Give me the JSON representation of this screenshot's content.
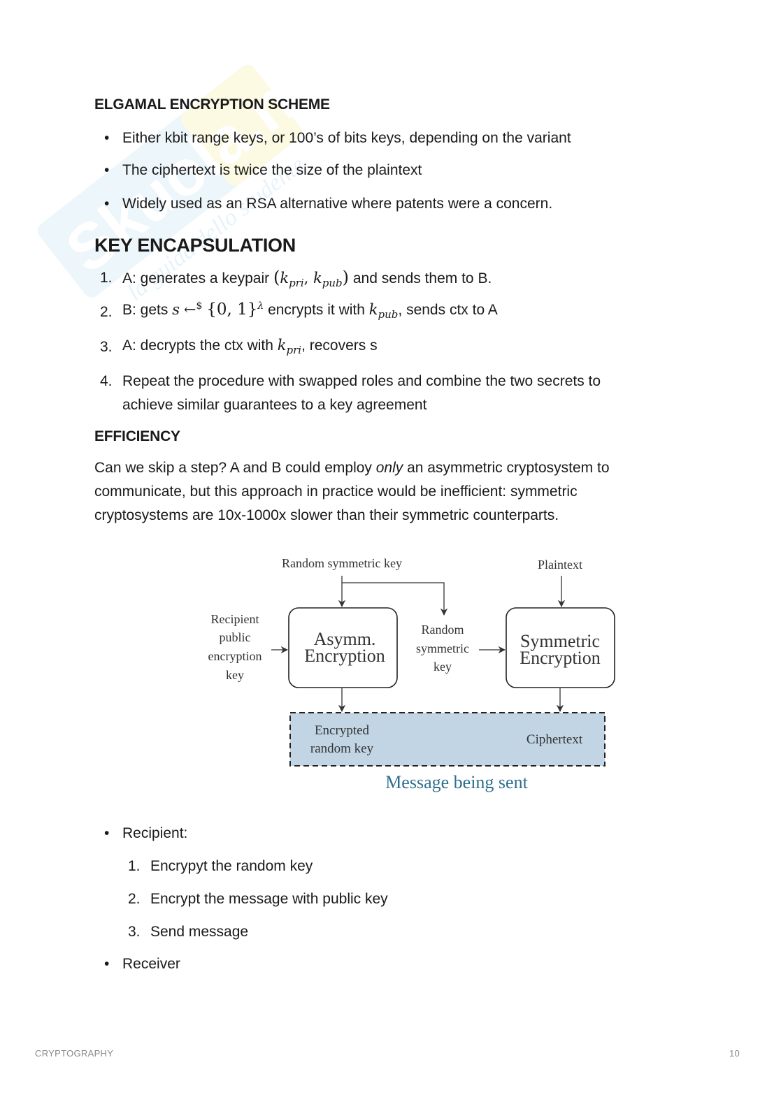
{
  "elgamal": {
    "heading": "ELGAMAL ENCRYPTION SCHEME",
    "bullets": [
      "Either kbit range keys, or 100’s of bits keys, depending on the variant",
      "The ciphertext is twice the size of the plaintext",
      "Widely used as an RSA alternative where patents were a concern."
    ]
  },
  "kem": {
    "heading": "KEY ENCAPSULATION",
    "steps": {
      "s1_num": "1.",
      "s1_a": "A: generates a keypair ",
      "s1_b": " and sends them to B.",
      "s2_num": "2.",
      "s2_a": "B: gets ",
      "s2_b": " encrypts it with ",
      "s2_c": ", sends ctx to A",
      "s3_num": "3.",
      "s3_a": "A: decrypts the ctx with ",
      "s3_b": ", recovers s",
      "s4_num": "4.",
      "s4_a": "Repeat the procedure with swapped roles and combine the two secrets to",
      "s4_b": "achieve similar guarantees to a key agreement"
    },
    "math": {
      "k": "k",
      "pri": "pri",
      "pub": "pub",
      "s": "s",
      "arrow": "←",
      "dollar": "$",
      "set": "{0, 1}",
      "lambda": "λ",
      "comma": ", ",
      "lp": "(",
      "rp": ")"
    }
  },
  "efficiency": {
    "heading": "EFFICIENCY",
    "p1_a": "Can we skip a step? A and B could employ ",
    "p1_em": "only",
    "p1_b": " an asymmetric cryptosystem to",
    "p2": "communicate, but this approach in practice would be inefficient: symmetric",
    "p3": "cryptosystems are 10x-1000x slower than their symmetric counterparts."
  },
  "diagram": {
    "random_symmetric_key": "Random symmetric key",
    "plaintext": "Plaintext",
    "recipient_key": [
      "Recipient",
      "public",
      "encryption",
      "key"
    ],
    "asymm": [
      "Asymm.",
      "Encryption"
    ],
    "random_key_mid": [
      "Random",
      "symmetric",
      "key"
    ],
    "symmetric": [
      "Symmetric",
      "Encryption"
    ],
    "encrypted_random_key": [
      "Encrypted",
      "random key"
    ],
    "ciphertext": "Ciphertext",
    "caption": "Message being sent",
    "colors": {
      "message_fill": "#c2d5e4",
      "caption": "#2e6f8e"
    }
  },
  "recipient": {
    "label": "Recipient:",
    "steps": [
      {
        "num": "1.",
        "text": "Encrypyt the random key"
      },
      {
        "num": "2.",
        "text": "Encrypt the message with public key"
      },
      {
        "num": "3.",
        "text": "Send message"
      }
    ]
  },
  "receiver": {
    "label": "Receiver"
  },
  "footer": {
    "left": "CRYPTOGRAPHY",
    "right": "10"
  },
  "watermark": {
    "logo": "Skuola.net",
    "tagline": "la guida dello studente"
  }
}
